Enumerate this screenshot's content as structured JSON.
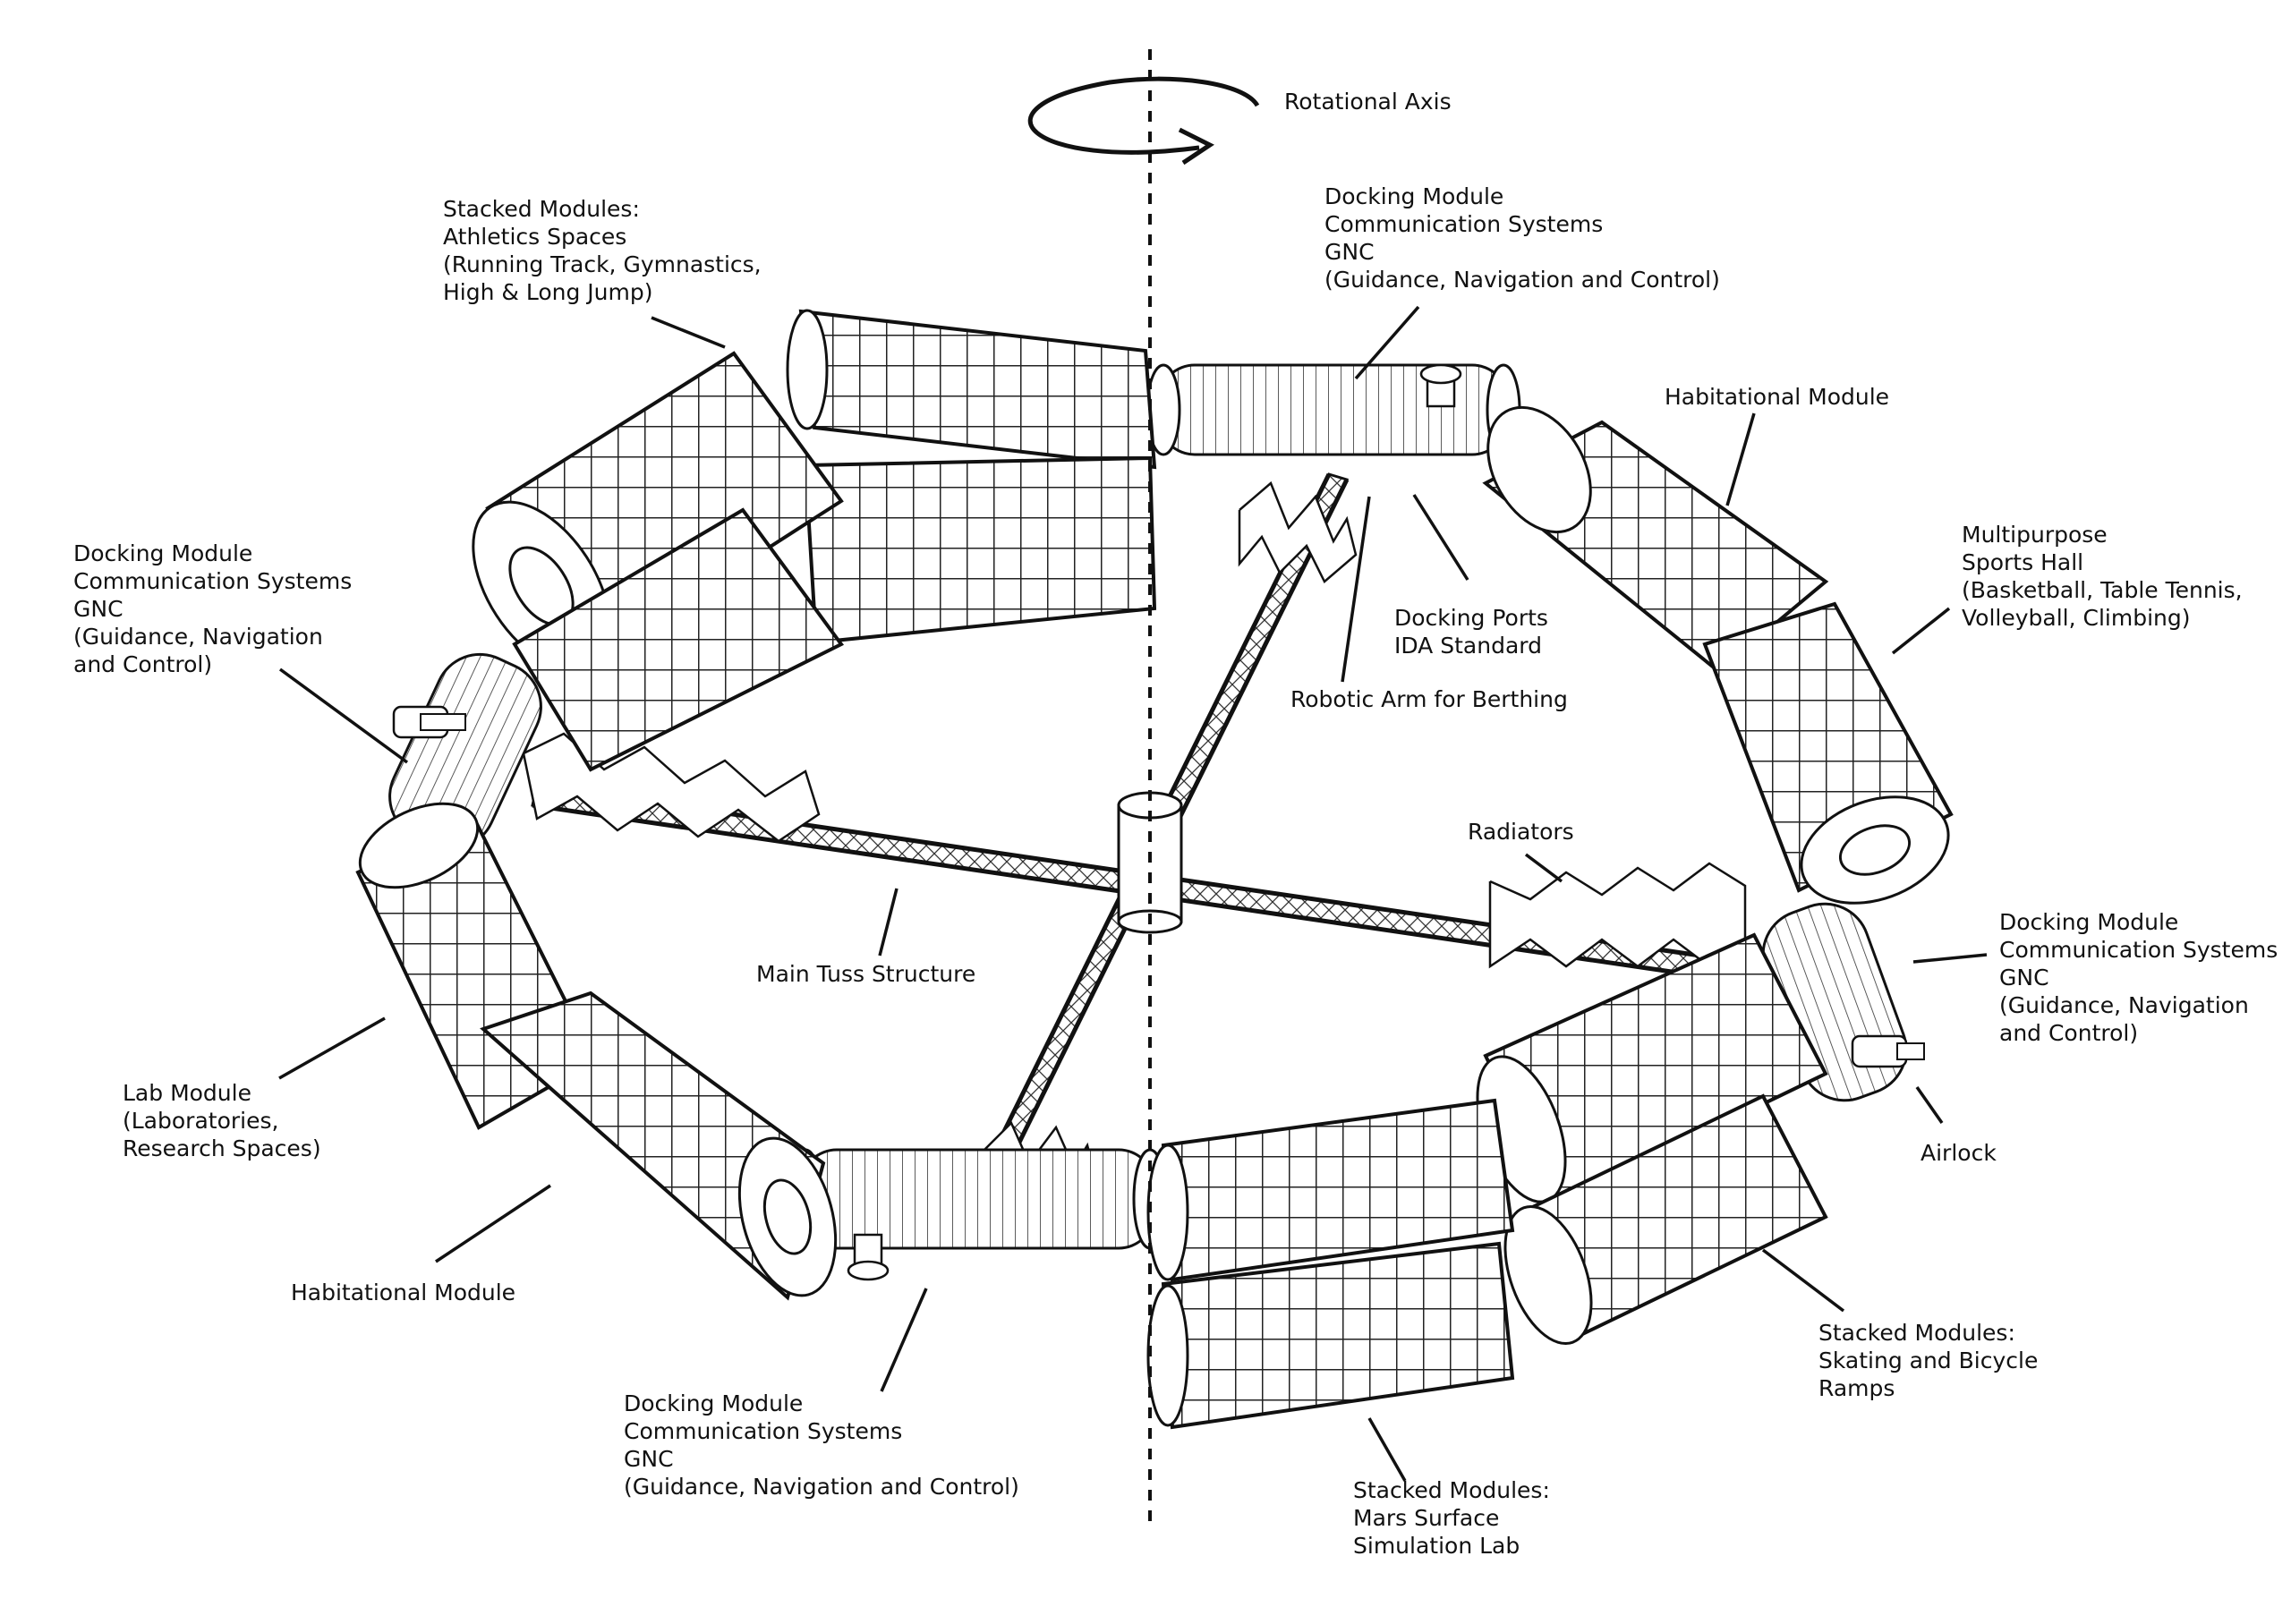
{
  "colors": {
    "ink": "#111111",
    "background": "#ffffff",
    "grid": "#222222"
  },
  "labels": {
    "rotational_axis": [
      "Rotational Axis"
    ],
    "athletics": [
      "Stacked Modules:",
      "Athletics Spaces",
      "(Running Track, Gymnastics,",
      "High & Long Jump)"
    ],
    "docking_top": [
      "Docking Module",
      "Communication Systems",
      "GNC",
      "(Guidance, Navigation and Control)"
    ],
    "habitational_right": [
      "Habitational Module"
    ],
    "docking_left": [
      "Docking Module",
      "Communication Systems",
      "GNC",
      "(Guidance, Navigation",
      "and Control)"
    ],
    "sports_hall": [
      "Multipurpose",
      "Sports Hall",
      "(Basketball, Table Tennis,",
      "Volleyball, Climbing)"
    ],
    "docking_ports": [
      "Docking Ports",
      "IDA Standard"
    ],
    "robotic_arm": [
      "Robotic Arm for Berthing"
    ],
    "radiators": [
      "Radiators"
    ],
    "main_truss": [
      "Main Tuss Structure"
    ],
    "docking_right": [
      "Docking Module",
      "Communication Systems",
      "GNC",
      "(Guidance, Navigation",
      "and Control)"
    ],
    "lab_module": [
      "Lab Module",
      "(Laboratories,",
      "Research Spaces)"
    ],
    "airlock": [
      "Airlock"
    ],
    "habitational_left": [
      "Habitational Module"
    ],
    "skating": [
      "Stacked Modules:",
      "Skating and Bicycle",
      "Ramps"
    ],
    "docking_bottom": [
      "Docking Module",
      "Communication Systems",
      "GNC",
      "(Guidance, Navigation and Control)"
    ],
    "mars_lab": [
      "Stacked Modules:",
      "Mars Surface",
      "Simulation Lab"
    ]
  }
}
